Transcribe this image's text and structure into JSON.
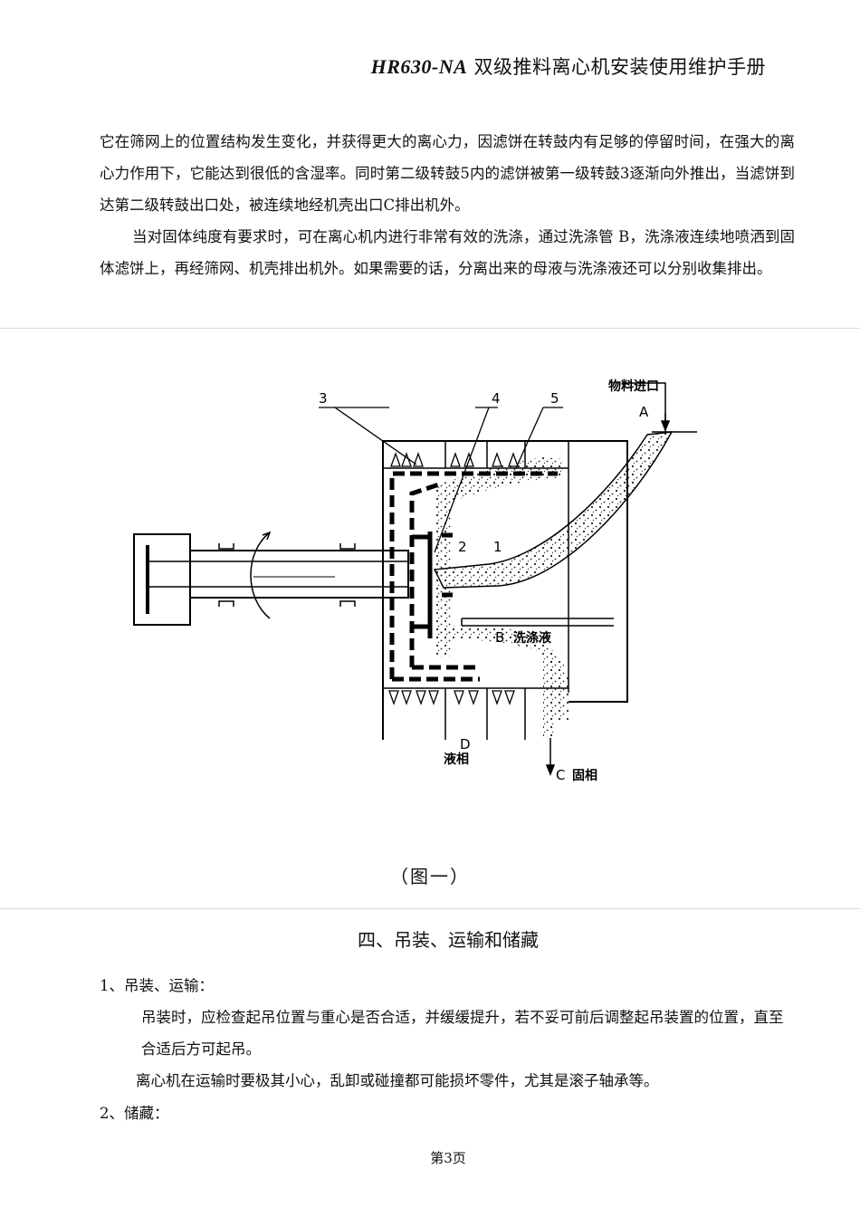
{
  "header": {
    "model": "HR630-NA",
    "title": "双级推料离心机安装使用维护手册"
  },
  "paragraphs": [
    "它在筛网上的位置结构发生变化，并获得更大的离心力，因滤饼在转鼓内有足够的停留时间，在强大的离心力作用下，它能达到很低的含湿率。同时第二级转鼓5内的滤饼被第一级转鼓3逐渐向外推出，当滤饼到达第二级转鼓出口处，被连续地经机壳出口C排出机外。",
    "当对固体纯度有要求时，可在离心机内进行非常有效的洗涤，通过洗涤管 B，洗涤液连续地喷洒到固体滤饼上，再经筛网、机壳排出机外。如果需要的话，分离出来的母液与洗涤液还可以分别收集排出。"
  ],
  "figure": {
    "labels": {
      "n3": "3",
      "n4": "4",
      "n5": "5",
      "n2": "2",
      "n1": "1",
      "inlet": "物料进口",
      "a": "A",
      "b": "B",
      "wash": "洗涤液",
      "d": "D",
      "liquid": "液相",
      "c": "C",
      "solid": "固相"
    },
    "caption": "（图一）"
  },
  "section": {
    "title": "四、吊装、运输和储藏",
    "item1": "1、吊装、运输：",
    "item1_text": "吊装时，应检查起吊位置与重心是否合适，并缓缓提升，若不妥可前后调整起吊装置的位置，直至合适后方可起吊。",
    "item1_text2": "离心机在运输时要极其小心，乱卸或碰撞都可能损坏零件，尤其是滚子轴承等。",
    "item2": "2、储藏："
  },
  "footer": {
    "page": "第3页"
  }
}
